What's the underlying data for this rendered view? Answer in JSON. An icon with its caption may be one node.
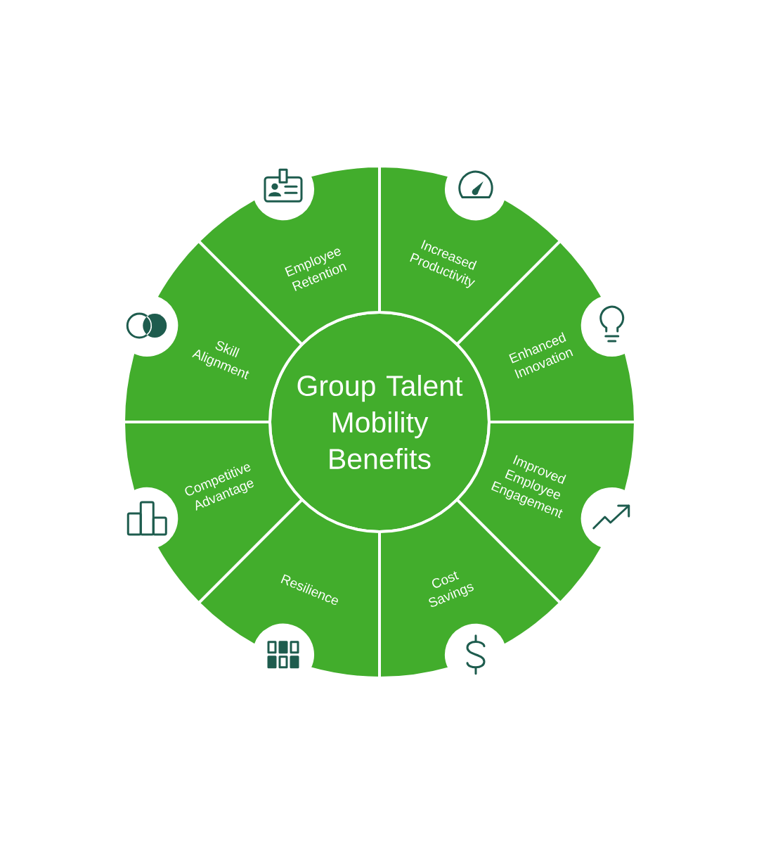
{
  "diagram": {
    "nodes": [
      {
        "text": [
          "Group Talent Mobility Benefits"
        ]
      },
      {
        "text": [
          "Increased Productivity"
        ]
      },
      {
        "text": [
          "Enhanced Innovation"
        ]
      },
      {
        "text": [
          "Improved Employee Engagement"
        ]
      },
      {
        "text": [
          "Cost Savings"
        ]
      },
      {
        "text": [
          "Resilience"
        ]
      },
      {
        "text": [
          "Competitive Advantage"
        ]
      },
      {
        "text": [
          "Skill Alignment"
        ]
      },
      {
        "text": [
          "Employee Retention"
        ]
      }
    ]
  }
}
